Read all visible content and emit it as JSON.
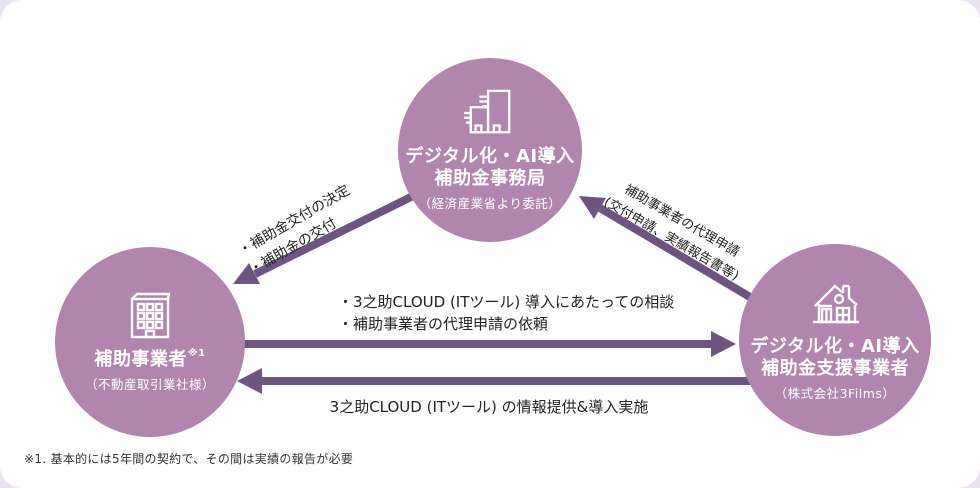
{
  "colors": {
    "page_background": "#e9e2f0",
    "card_background": "#ffffff",
    "circle_fill": "#b185ad",
    "arrow_purple": "#6e5480",
    "label_text": "#222222",
    "circle_text": "#ffffff"
  },
  "nodes": {
    "office": {
      "icon": "office-buildings-icon",
      "title_line1": "デジタル化・AI導入",
      "title_line2": "補助金事務局",
      "subtitle": "（経済産業省より委託）"
    },
    "subsidized": {
      "icon": "company-building-icon",
      "title": "補助事業者",
      "note": "※1",
      "subtitle": "（不動産取引業社様）"
    },
    "support": {
      "icon": "house-icon",
      "title_line1": "デジタル化・AI導入",
      "title_line2": "補助金支援事業者",
      "subtitle": "（株式会社3Films）"
    }
  },
  "arrows": {
    "office_to_subsidized": {
      "direction": "top-circle to left-circle",
      "line1": "・補助金交付の決定",
      "line2": "・補助金の交付"
    },
    "support_to_office": {
      "direction": "right-circle to top-circle",
      "line1": "補助事業者の代理申請",
      "line2": "(交付申請、実績報告書等)"
    },
    "subsidized_to_support": {
      "direction": "left-circle to right-circle",
      "line1": "・3之助CLOUD (ITツール) 導入にあたっての相談",
      "line2": "・補助事業者の代理申請の依頼"
    },
    "support_to_subsidized": {
      "direction": "right-circle to left-circle",
      "label": "3之助CLOUD (ITツール) の情報提供&導入実施"
    }
  },
  "footnote": "※1. 基本的には5年間の契約で、その間は実績の報告が必要"
}
